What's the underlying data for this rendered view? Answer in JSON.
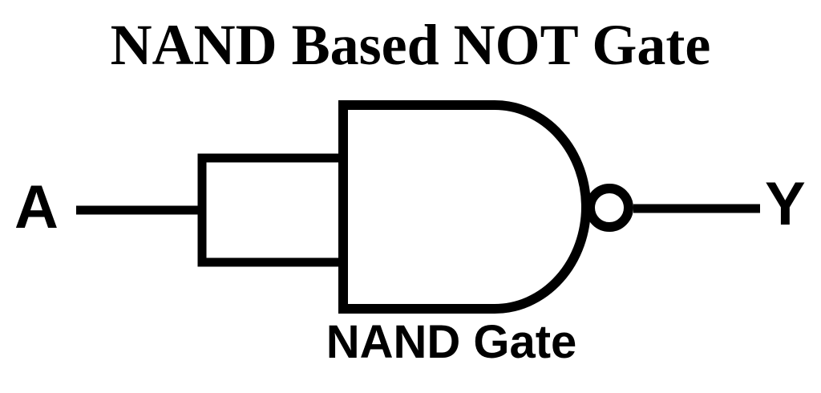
{
  "title": "NAND Based NOT Gate",
  "colors": {
    "ink": "#000000",
    "background": "#ffffff"
  },
  "diagram": {
    "type": "logic-circuit",
    "description": "NOT gate built from a NAND gate with both inputs tied together",
    "input_label": "A",
    "output_label": "Y",
    "gate_caption": "NAND Gate",
    "gate_type": "NAND",
    "inputs_bridged": true,
    "output_inverted": true
  }
}
